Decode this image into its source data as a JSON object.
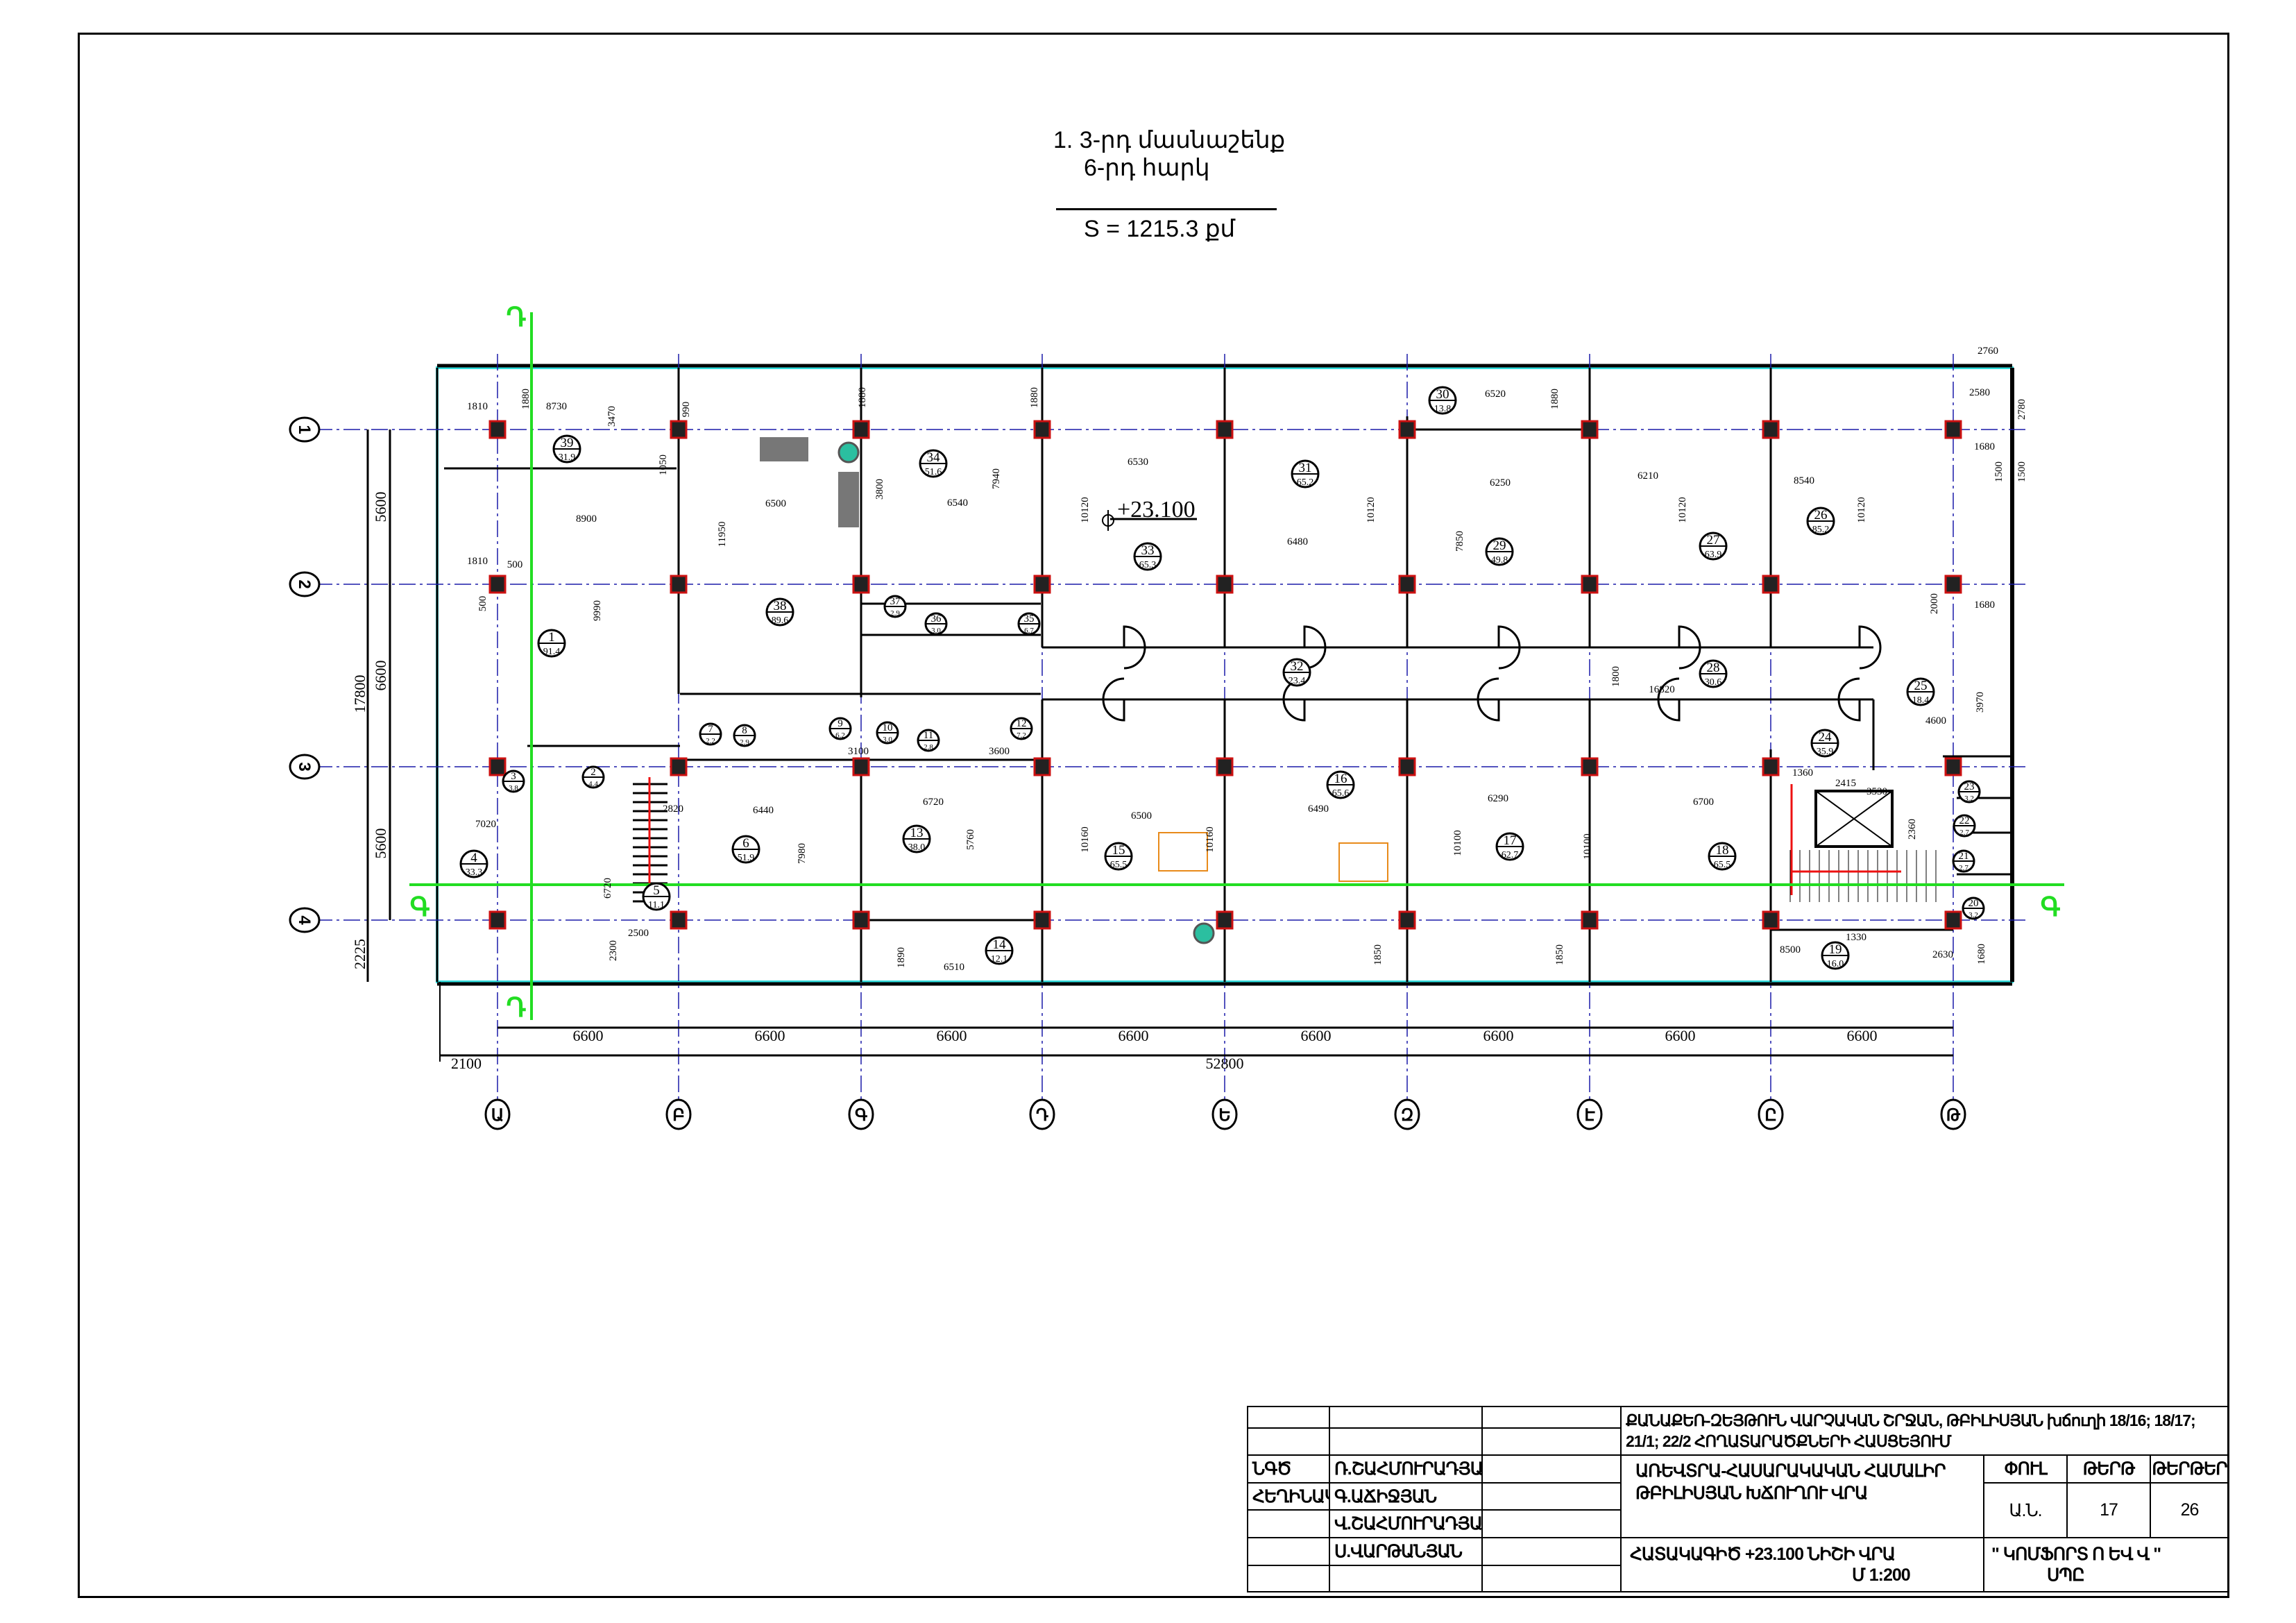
{
  "title": {
    "line1": "1. 3-րդ մասնաշենք",
    "line2": "6-րդ հարկ",
    "area": "S = 1215.3 քմ"
  },
  "level_mark": "+23.100",
  "axes": {
    "columns": [
      "Ա",
      "Բ",
      "Գ",
      "Դ",
      "Ե",
      "Զ",
      "Է",
      "Ը",
      "Թ"
    ],
    "rows": [
      "1",
      "2",
      "3",
      "4"
    ]
  },
  "section_marks": {
    "vertical": "Դ",
    "horizontal": "Գ"
  },
  "rooms": [
    {
      "no": "1",
      "area": "91.4"
    },
    {
      "no": "2",
      "area": "4.4"
    },
    {
      "no": "3",
      "area": "3.8"
    },
    {
      "no": "4",
      "area": "33.3"
    },
    {
      "no": "5",
      "area": "11.1"
    },
    {
      "no": "6",
      "area": "51.9"
    },
    {
      "no": "7",
      "area": "2.2"
    },
    {
      "no": "8",
      "area": "2.9"
    },
    {
      "no": "9",
      "area": "6.2"
    },
    {
      "no": "10",
      "area": "3.0"
    },
    {
      "no": "11",
      "area": "2.8"
    },
    {
      "no": "12",
      "area": "7.2"
    },
    {
      "no": "13",
      "area": "38.0"
    },
    {
      "no": "14",
      "area": "12.1"
    },
    {
      "no": "15",
      "area": "65.5"
    },
    {
      "no": "16",
      "area": "65.6"
    },
    {
      "no": "17",
      "area": "62.7"
    },
    {
      "no": "18",
      "area": "65.5"
    },
    {
      "no": "19",
      "area": "16.0"
    },
    {
      "no": "20",
      "area": "3.2"
    },
    {
      "no": "21",
      "area": "2.7"
    },
    {
      "no": "22",
      "area": "2.7"
    },
    {
      "no": "23",
      "area": "3.2"
    },
    {
      "no": "24",
      "area": "35.9"
    },
    {
      "no": "25",
      "area": "18.4"
    },
    {
      "no": "26",
      "area": "85.2"
    },
    {
      "no": "27",
      "area": "63.9"
    },
    {
      "no": "28",
      "area": "30.6"
    },
    {
      "no": "29",
      "area": "49.8"
    },
    {
      "no": "30",
      "area": "13.8"
    },
    {
      "no": "31",
      "area": "65.2"
    },
    {
      "no": "32",
      "area": "23.4"
    },
    {
      "no": "33",
      "area": "65.3"
    },
    {
      "no": "34",
      "area": "51.6"
    },
    {
      "no": "35",
      "area": "6.7"
    },
    {
      "no": "36",
      "area": "3.0"
    },
    {
      "no": "37",
      "area": "2.9"
    },
    {
      "no": "38",
      "area": "89.6"
    },
    {
      "no": "39",
      "area": "31.9"
    }
  ],
  "dimensions": {
    "axis_spacing": [
      "6600",
      "6600",
      "6600",
      "6600",
      "6600",
      "6600",
      "6600",
      "6600"
    ],
    "overall_length": "52800",
    "left_offset": "2100",
    "row_spacing": [
      "5600",
      "6600",
      "5600"
    ],
    "overall_width": "17800",
    "bottom_offset": "2225",
    "interior": [
      "1810",
      "8730",
      "1880",
      "990",
      "3470",
      "1050",
      "8900",
      "1810",
      "500",
      "500",
      "9990",
      "6500",
      "11950",
      "3800",
      "6540",
      "7940",
      "1880",
      "1880",
      "6530",
      "10120",
      "6480",
      "10120",
      "6520",
      "1880",
      "6250",
      "7850",
      "6210",
      "10120",
      "8540",
      "10120",
      "2760",
      "2580",
      "2780",
      "1680",
      "1500",
      "1500",
      "1680",
      "2000",
      "16820",
      "1800",
      "3970",
      "4600",
      "6440",
      "7980",
      "6720",
      "5760",
      "6510",
      "1890",
      "6500",
      "10160",
      "6490",
      "10160",
      "6290",
      "10100",
      "6700",
      "10100",
      "1850",
      "1850",
      "8500",
      "1330",
      "2630",
      "1680",
      "3530",
      "2360",
      "1360",
      "2415",
      "3100",
      "3600",
      "2820",
      "7020",
      "6720",
      "2500",
      "2300"
    ]
  },
  "title_block": {
    "project": "ՔԱՆԱՔԵՌ-ԶԵՅԹՈՒՆ ՎԱՐՉԱԿԱՆ ՇՐՋԱՆ, ԹԲԻԼԻՍՅԱՆ խճուղի 18/16; 18/17; 21/1; 22/2 ՀՈՂԱՏԱՐԱԾՔՆԵՐԻ ՀԱՍՑԵՅՈՒՄ",
    "roles": [
      "ՆԳԾ",
      "ՀԵՂԻՆԱԿ"
    ],
    "names": [
      "Ռ.ՇԱՀՄՈՒՐԱԴՅԱՆ",
      "Գ.ԱՃԻՋՅԱՆ",
      "Վ.ՇԱՀՄՈՒՐԱԴՅԱՆ",
      "Ս.ՎԱՐԹԱՆՅԱՆ"
    ],
    "object": "ԱՌԵՎՏՐԱ-ՀԱՍԱՐԱԿԱԿԱՆ ՀԱՄԱԼԻՐ ԹԲԻԼԻՍՅԱՆ ԽՃՈՒՂՈՒ ՎՐԱ",
    "stage_label": "ՓՈՒԼ",
    "sheet_label": "ԹԵՐԹ",
    "sheets_label": "ԹԵՐԹԵՐ",
    "stage": "Ա.Ն.",
    "sheet": "17",
    "sheets": "26",
    "drawing": "ՀԱՏԱԿԱԳԻԾ +23.100 ՆԻՇԻ ՎՐԱ",
    "scale": "Մ 1:200",
    "company": "\" ԿՈՄՖՈՐՏ Ո ԵՎ Վ \"",
    "company_type": "ՍՊԸ"
  },
  "colors": {
    "axis": "#1a1aa8",
    "section": "#22dd22",
    "glass": "#33dddd",
    "column": "#cc1111",
    "furniture": "#e88a1a",
    "stair_arrow": "#ee1111"
  }
}
